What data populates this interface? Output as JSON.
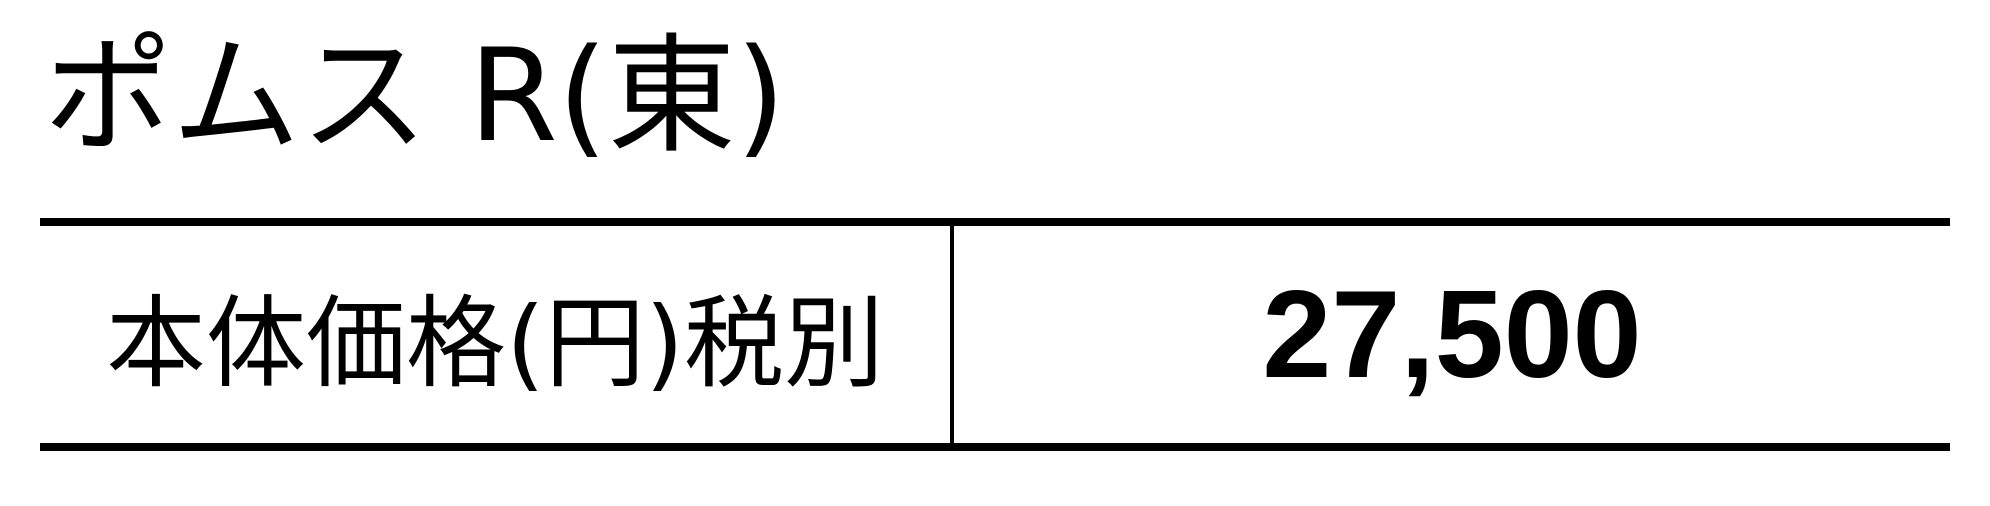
{
  "product": {
    "title": "ポムス R(東)"
  },
  "price_table": {
    "label": "本体価格(円)税別",
    "value": "27,500"
  }
}
